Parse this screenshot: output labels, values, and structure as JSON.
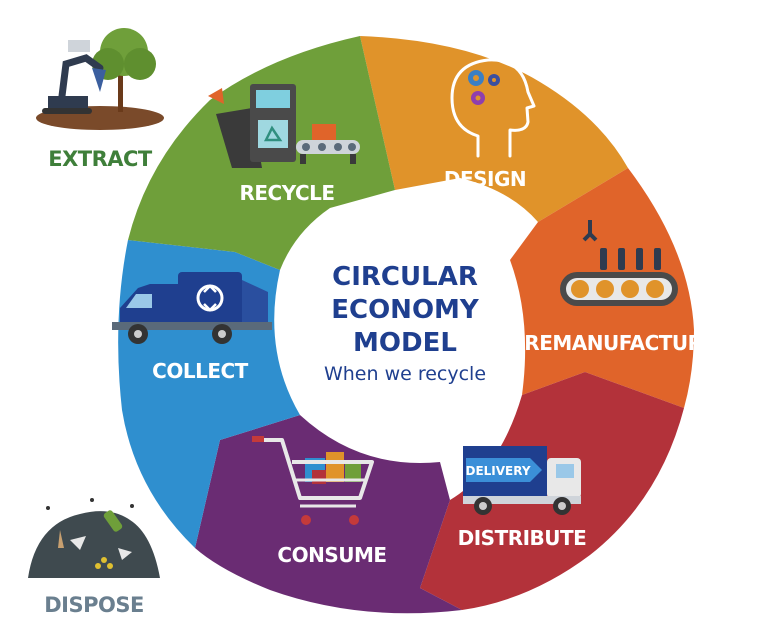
{
  "center": {
    "title_lines": [
      "CIRCULAR",
      "ECONOMY",
      "MODEL"
    ],
    "subtitle": "When we recycle"
  },
  "segments": [
    {
      "key": "design",
      "label": "DESIGN",
      "color": "#e0932a",
      "icon": "head-gears-icon"
    },
    {
      "key": "remanufacture",
      "label": "REMANUFACTURE",
      "color": "#e0642a",
      "icon": "bottling-conveyor-icon"
    },
    {
      "key": "distribute",
      "label": "DISTRIBUTE",
      "color": "#b3323a",
      "icon": "delivery-truck-icon"
    },
    {
      "key": "consume",
      "label": "CONSUME",
      "color": "#6a2c73",
      "icon": "shopping-cart-icon"
    },
    {
      "key": "collect",
      "label": "COLLECT",
      "color": "#2f8fcf",
      "icon": "garbage-truck-icon"
    },
    {
      "key": "recycle",
      "label": "RECYCLE",
      "color": "#6f9f3a",
      "icon": "recycling-machine-icon"
    }
  ],
  "delivery_text": "DELIVERY",
  "extract": {
    "label": "EXTRACT",
    "color": "#3f7f3a",
    "icon": "excavator-tree-icon"
  },
  "dispose": {
    "label": "DISPOSE",
    "color": "#6a7f8f",
    "icon": "trash-pile-icon"
  }
}
